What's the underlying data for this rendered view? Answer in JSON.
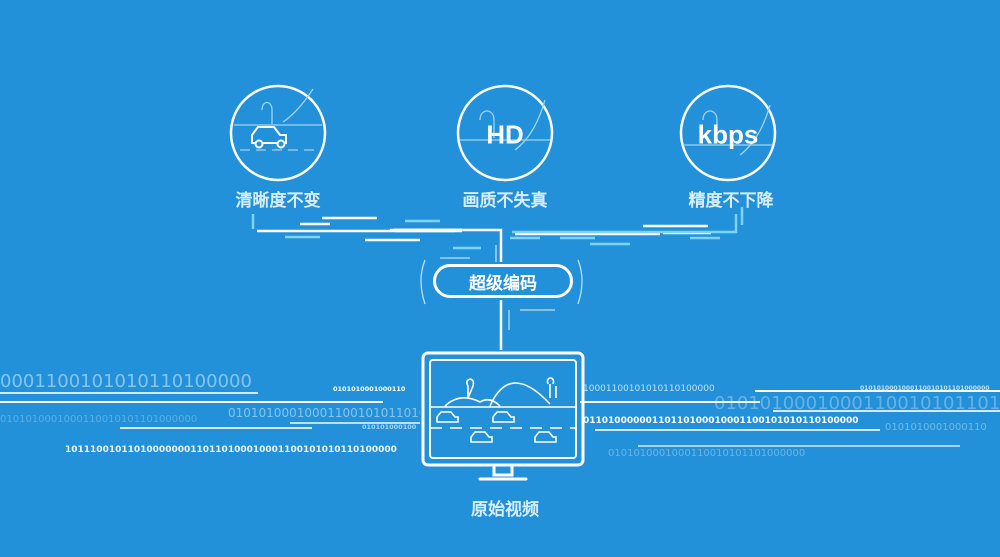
{
  "colors": {
    "background": "#2391d9",
    "line": "#ffffff",
    "accent_line": "#7fd3f7"
  },
  "features": [
    {
      "icon": "car-icon",
      "badge": "",
      "label": "清晰度不变"
    },
    {
      "icon": "hd-icon",
      "badge": "HD",
      "label": "画质不失真"
    },
    {
      "icon": "kbps-icon",
      "badge": "kbps",
      "label": "精度不下降"
    }
  ],
  "encoder": {
    "label": "超级编码"
  },
  "source": {
    "icon": "monitor-icon",
    "label": "原始视频"
  },
  "binary_streams": [
    "0001100101010110100000",
    "0101010001000110",
    "0101010001000110010101101000000",
    "01010100010001100101011010",
    "010101000100",
    "10111001011010000000110110100010001100101010110100000",
    "10001100101010110100000",
    "0101010001000110010101101000000",
    "0101010001000110010101101",
    "01101000000110110100010001100101010110100000",
    "0101010001000110",
    "0101010001000110010101101000000"
  ]
}
